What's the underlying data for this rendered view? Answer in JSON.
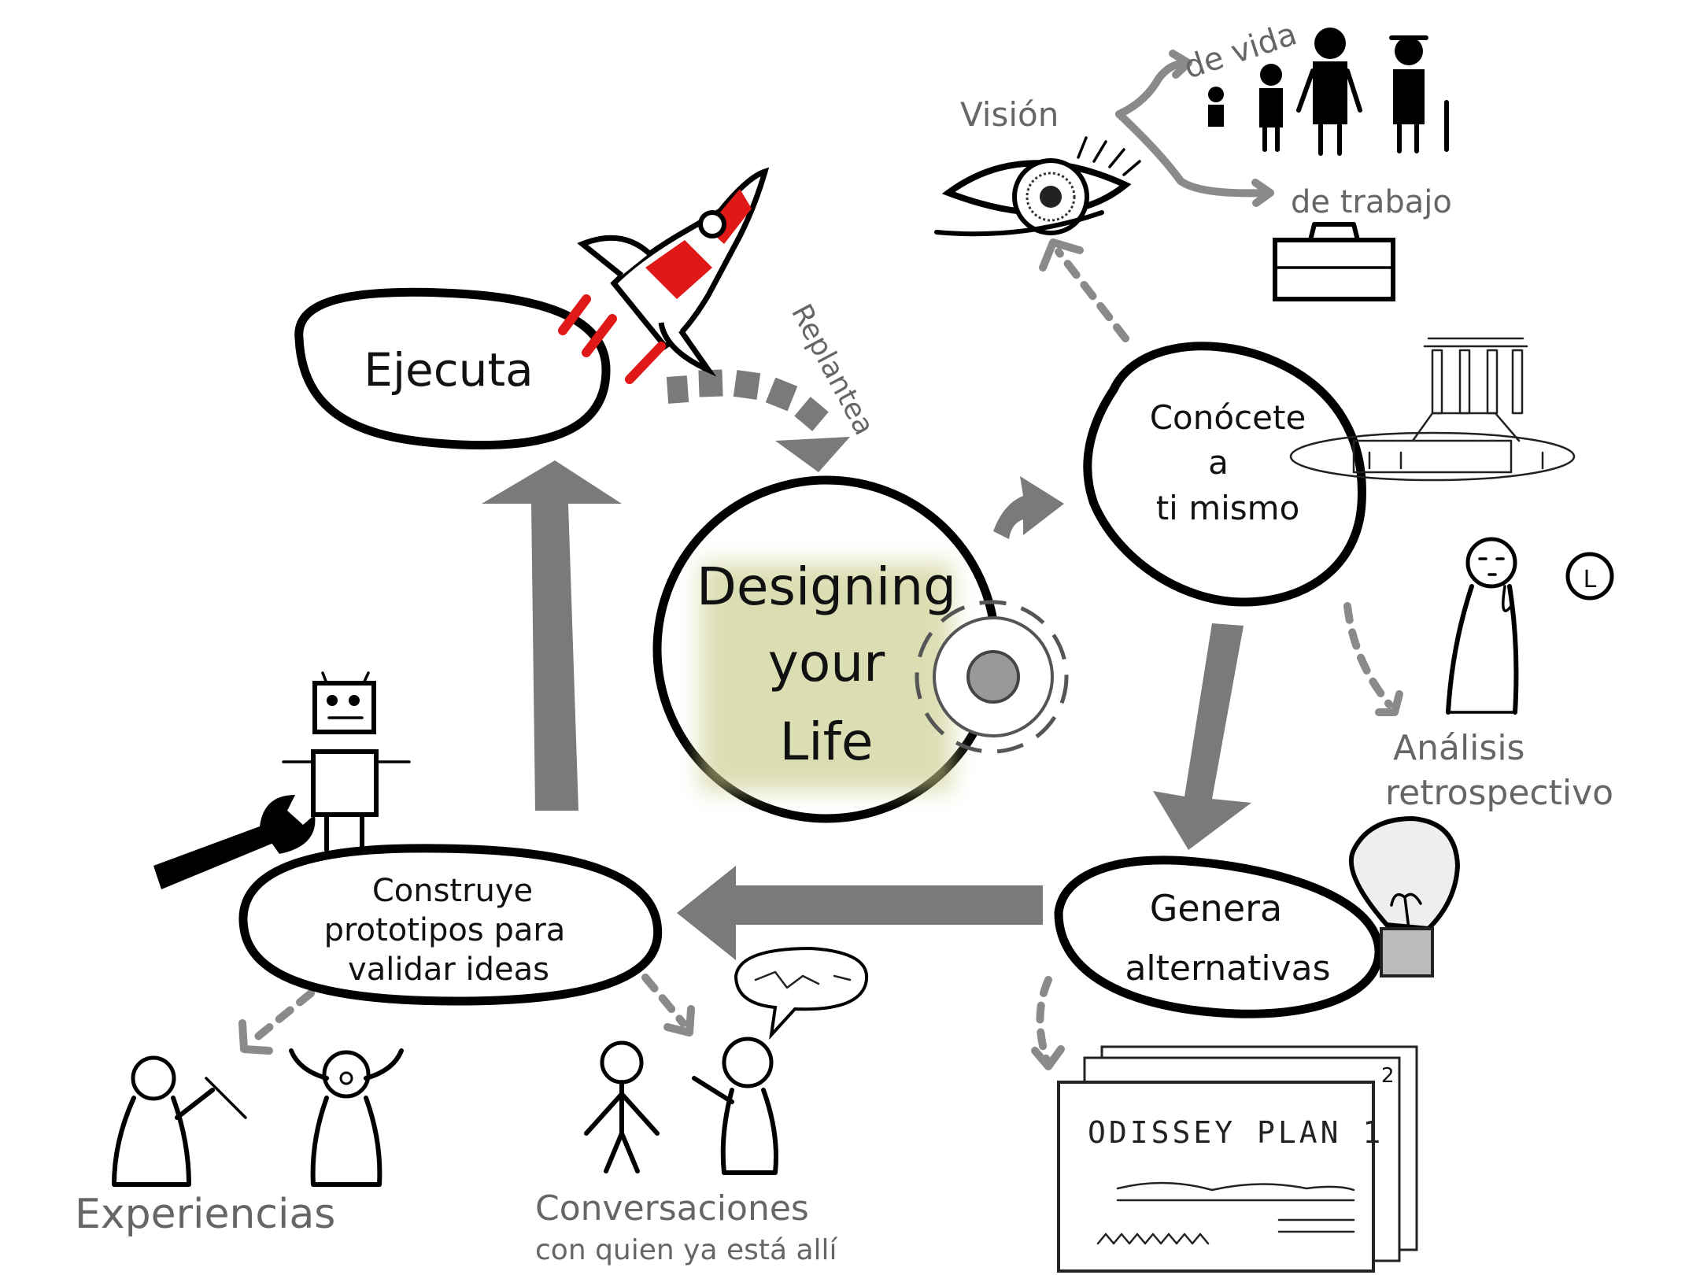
{
  "center": {
    "line1": "Designing",
    "line2": "your",
    "line3": "Life"
  },
  "nodes": {
    "ejecuta": "Ejecuta",
    "conocete": {
      "line1": "Conócete",
      "line2": "a",
      "line3": "ti mismo"
    },
    "genera": {
      "line1": "Genera",
      "line2": "alternativas"
    },
    "construye": {
      "line1": "Construye",
      "line2": "prototipos para",
      "line3": "validar ideas"
    }
  },
  "labels": {
    "replantea": "Replantea",
    "vision": "Visión",
    "de_vida": "de vida",
    "de_trabajo": "de trabajo",
    "analisis_line1": "Análisis",
    "analisis_line2": "retrospectivo",
    "experiencias": "Experiencias",
    "conversaciones_line1": "Conversaciones",
    "conversaciones_line2": "con quien ya está allí",
    "odissey_plan": "ODISSEY PLAN 1",
    "plan_number": "2",
    "clock_letter": "L"
  },
  "colors": {
    "ink": "#000000",
    "arrow_gray": "#7a7a7a",
    "rocket_red": "#e01818",
    "highlight": "#c9cc8a"
  }
}
